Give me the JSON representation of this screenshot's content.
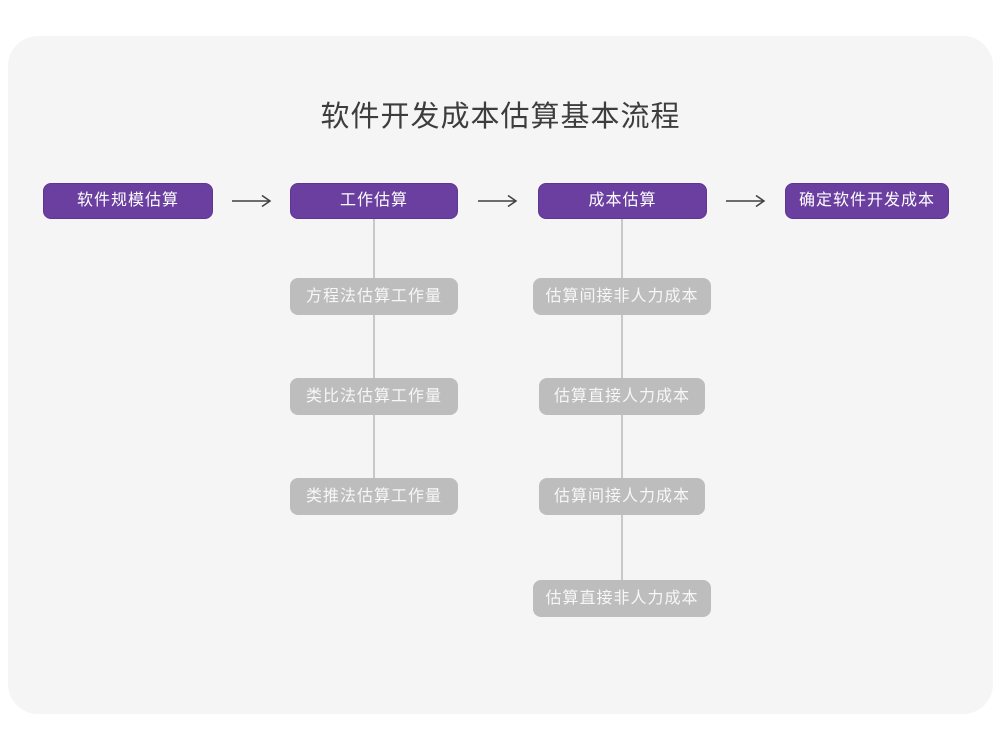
{
  "title": "软件开发成本估算基本流程",
  "colors": {
    "page_bg": "#ffffff",
    "card_bg": "#f5f5f6",
    "title_text": "#3d3d3d",
    "primary": "#6b3fa0",
    "primary_text": "#ffffff",
    "sub_box_bg": "#bdbdbd",
    "sub_box_text": "#f7f7f7",
    "connector": "#c8c8c8",
    "arrow": "#404040"
  },
  "steps": [
    {
      "label": "软件规模估算"
    },
    {
      "label": "工作估算"
    },
    {
      "label": "成本估算"
    },
    {
      "label": "确定软件开发成本"
    }
  ],
  "work_substeps": [
    "方程法估算工作量",
    "类比法估算工作量",
    "类推法估算工作量"
  ],
  "cost_substeps": [
    "估算间接非人力成本",
    "估算直接人力成本",
    "估算间接人力成本",
    "估算直接非人力成本"
  ]
}
